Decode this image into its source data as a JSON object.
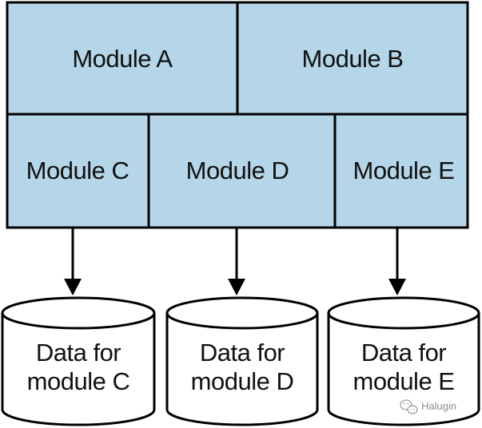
{
  "colors": {
    "module_fill": "#b5d5e9",
    "stroke": "#000000",
    "database_fill": "#ffffff",
    "text": "#111111"
  },
  "modules": {
    "a": "Module A",
    "b": "Module B",
    "c": "Module C",
    "d": "Module D",
    "e": "Module E"
  },
  "databases": [
    {
      "line1": "Data for",
      "line2": "module C"
    },
    {
      "line1": "Data for",
      "line2": "module D"
    },
    {
      "line1": "Data for",
      "line2": "module E"
    }
  ],
  "watermark": {
    "icon": "wechat-icon",
    "text": "Halugin"
  }
}
